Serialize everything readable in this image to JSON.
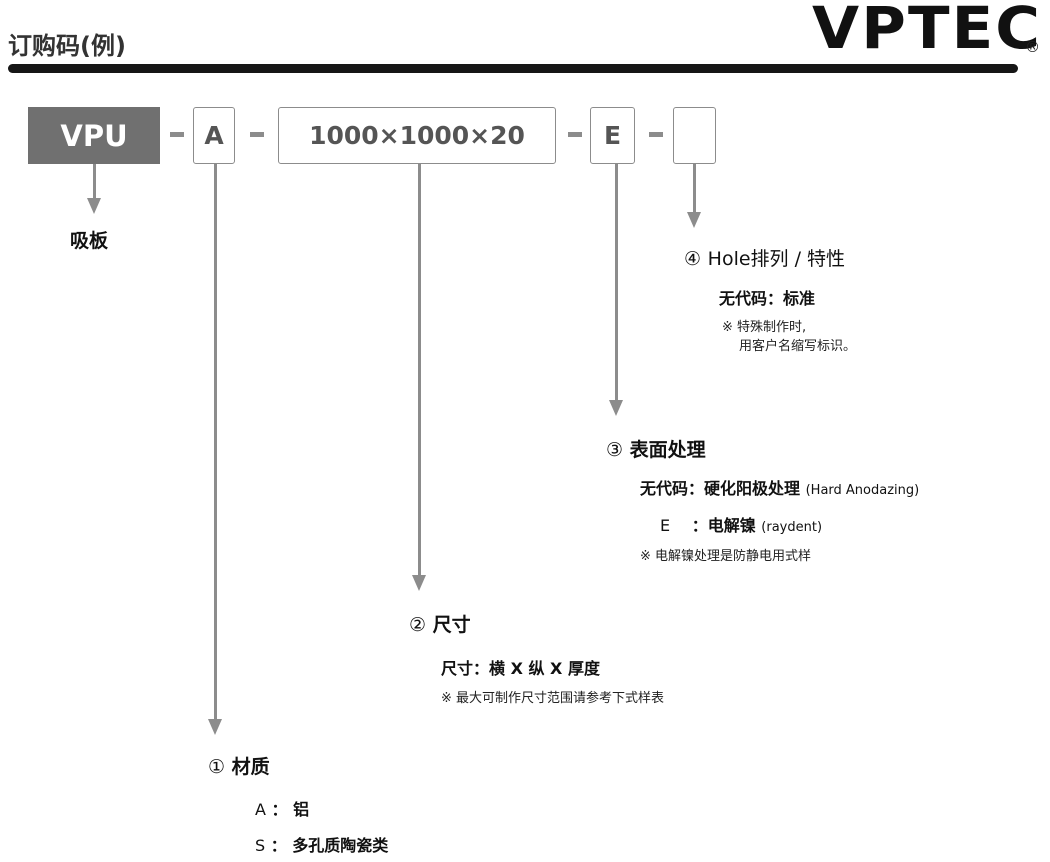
{
  "header": {
    "title": "订购码(例)",
    "logo": "VPTEC",
    "logo_mark": "®"
  },
  "code": {
    "model": "VPU",
    "dash": "-",
    "material": "A",
    "size": "1000×1000×20",
    "surface": "E",
    "hole": ""
  },
  "model_label": "吸板",
  "section4": {
    "heading_num": "④",
    "heading": "Hole排列 / 特性",
    "line1": "无代码：标准",
    "note1": "※ 特殊制作时,",
    "note2": "用客户名缩写标识。"
  },
  "section3": {
    "heading_num": "③",
    "heading": "表面处理",
    "line1": "无代码：硬化阳极处理",
    "line1_en": "(Hard Anodazing)",
    "line2_code": "E",
    "line2": "：电解镍",
    "line2_en": "(raydent)",
    "note": "※ 电解镍处理是防静电用式样"
  },
  "section2": {
    "heading_num": "②",
    "heading": "尺寸",
    "line1": "尺寸：横 X 纵 X 厚度",
    "note": "※ 最大可制作尺寸范围请参考下式样表"
  },
  "section1": {
    "heading_num": "①",
    "heading": "材质",
    "item1_code": "A",
    "item1": "：  铝",
    "item2_code": "S",
    "item2": "：  多孔质陶瓷类"
  }
}
